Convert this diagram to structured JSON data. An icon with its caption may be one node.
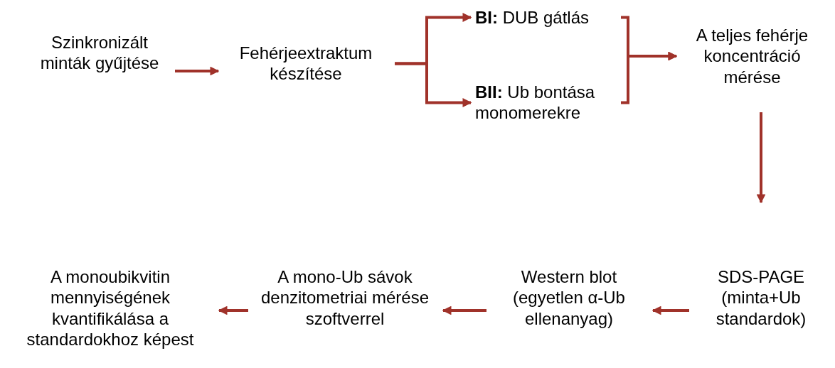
{
  "diagram": {
    "nodes": [
      {
        "text": [
          "Szinkronizált minták gyűjtése"
        ]
      },
      {
        "text": [
          "Fehérjeextraktum készítése"
        ]
      },
      {
        "text": [
          "**BI:** DUB gátlás"
        ]
      },
      {
        "text": [
          "**BII:** Ub bontása monomerekre"
        ]
      },
      {
        "text": [
          "A teljes fehérje koncentráció mérése"
        ]
      },
      {
        "text": [
          "SDS-PAGE (minta+Ub standardok)"
        ]
      },
      {
        "text": [
          "Western blot (egyetlen α-Ub ellenanyag)"
        ]
      },
      {
        "text": [
          "A mono-Ub sávok denzitometriai mérése szoftverrel"
        ]
      },
      {
        "text": [
          "A monoubikvitin mennyiségének kvantifikálása a standardokhoz képest"
        ]
      }
    ],
    "edges": [
      {
        "from": 0,
        "to": 1,
        "arrow": "to"
      },
      {
        "from": 1,
        "to": 2,
        "arrow": "to"
      },
      {
        "from": 1,
        "to": 3,
        "arrow": "to"
      },
      {
        "from": 2,
        "to": 4,
        "arrow": "to"
      },
      {
        "from": 3,
        "to": 4,
        "arrow": "to"
      },
      {
        "from": 4,
        "to": 5,
        "arrow": "to"
      },
      {
        "from": 5,
        "to": 6,
        "arrow": "to"
      },
      {
        "from": 6,
        "to": 7,
        "arrow": "to"
      },
      {
        "from": 7,
        "to": 8,
        "arrow": "to"
      }
    ]
  }
}
